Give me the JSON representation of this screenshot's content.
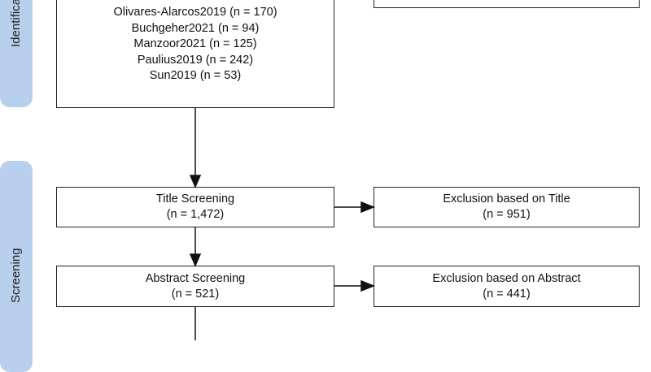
{
  "phases": {
    "identification": "Identification",
    "screening": "Screening"
  },
  "sources_box": {
    "lines": [
      "Olivares-Alarcos2019 (n = 170)",
      "Buchgeher2021 (n = 94)",
      "Manzoor2021 (n = 125)",
      "Paulius2019 (n = 242)",
      "Sun2019 (n = 53)"
    ]
  },
  "title_screening": {
    "label": "Title Screening",
    "count": "(n = 1,472)"
  },
  "title_exclusion": {
    "label": "Exclusion based on Title",
    "count": "(n = 951)"
  },
  "abstract_screening": {
    "label": "Abstract Screening",
    "count": "(n = 521)"
  },
  "abstract_exclusion": {
    "label": "Exclusion based on Abstract",
    "count": "(n = 441)"
  }
}
